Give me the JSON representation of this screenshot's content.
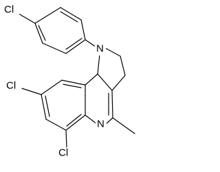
{
  "structure": {
    "atoms": {
      "cl_top": "Cl",
      "n_pyrrole": "N",
      "cl_left": "Cl",
      "n_quinoline": "N",
      "cl_bottom": "Cl"
    },
    "methyl_label": "",
    "line_color": "#000000",
    "background_color": "#ffffff"
  }
}
